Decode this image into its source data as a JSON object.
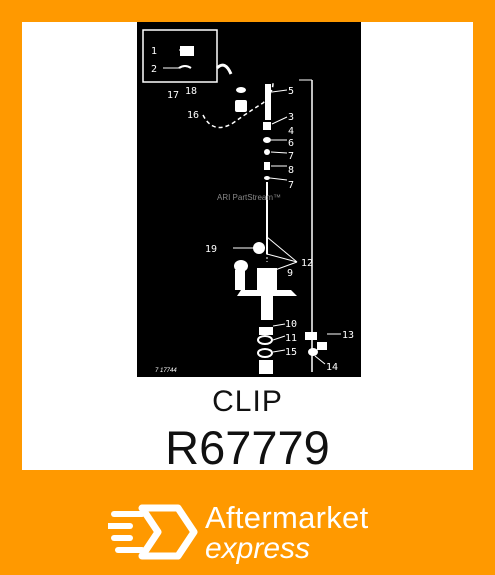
{
  "colors": {
    "frame": "#ff9900",
    "card": "#ffffff",
    "diagram_bg": "#000000",
    "text": "#111111",
    "brand_text": "#ffffff"
  },
  "diagram": {
    "callouts": [
      "1",
      "2",
      "17",
      "18",
      "16",
      "5",
      "3",
      "4",
      "6",
      "7",
      "8",
      "7",
      "19",
      "12",
      "9",
      "10",
      "11",
      "13",
      "15",
      "14"
    ],
    "watermark": "ARI PartStream™",
    "figure_id": "7 17744"
  },
  "part": {
    "name": "CLIP",
    "number": "R67779"
  },
  "brand": {
    "line1": "Aftermarket",
    "line2": "express",
    "icon": "speed-hexagon-icon"
  }
}
